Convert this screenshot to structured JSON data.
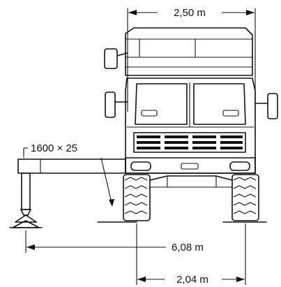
{
  "dimensions": {
    "vehicle_width": "2,50 m",
    "support_span": "6,08 m",
    "track_width": "2,04 m",
    "outrigger_section": "1600 × 25"
  }
}
